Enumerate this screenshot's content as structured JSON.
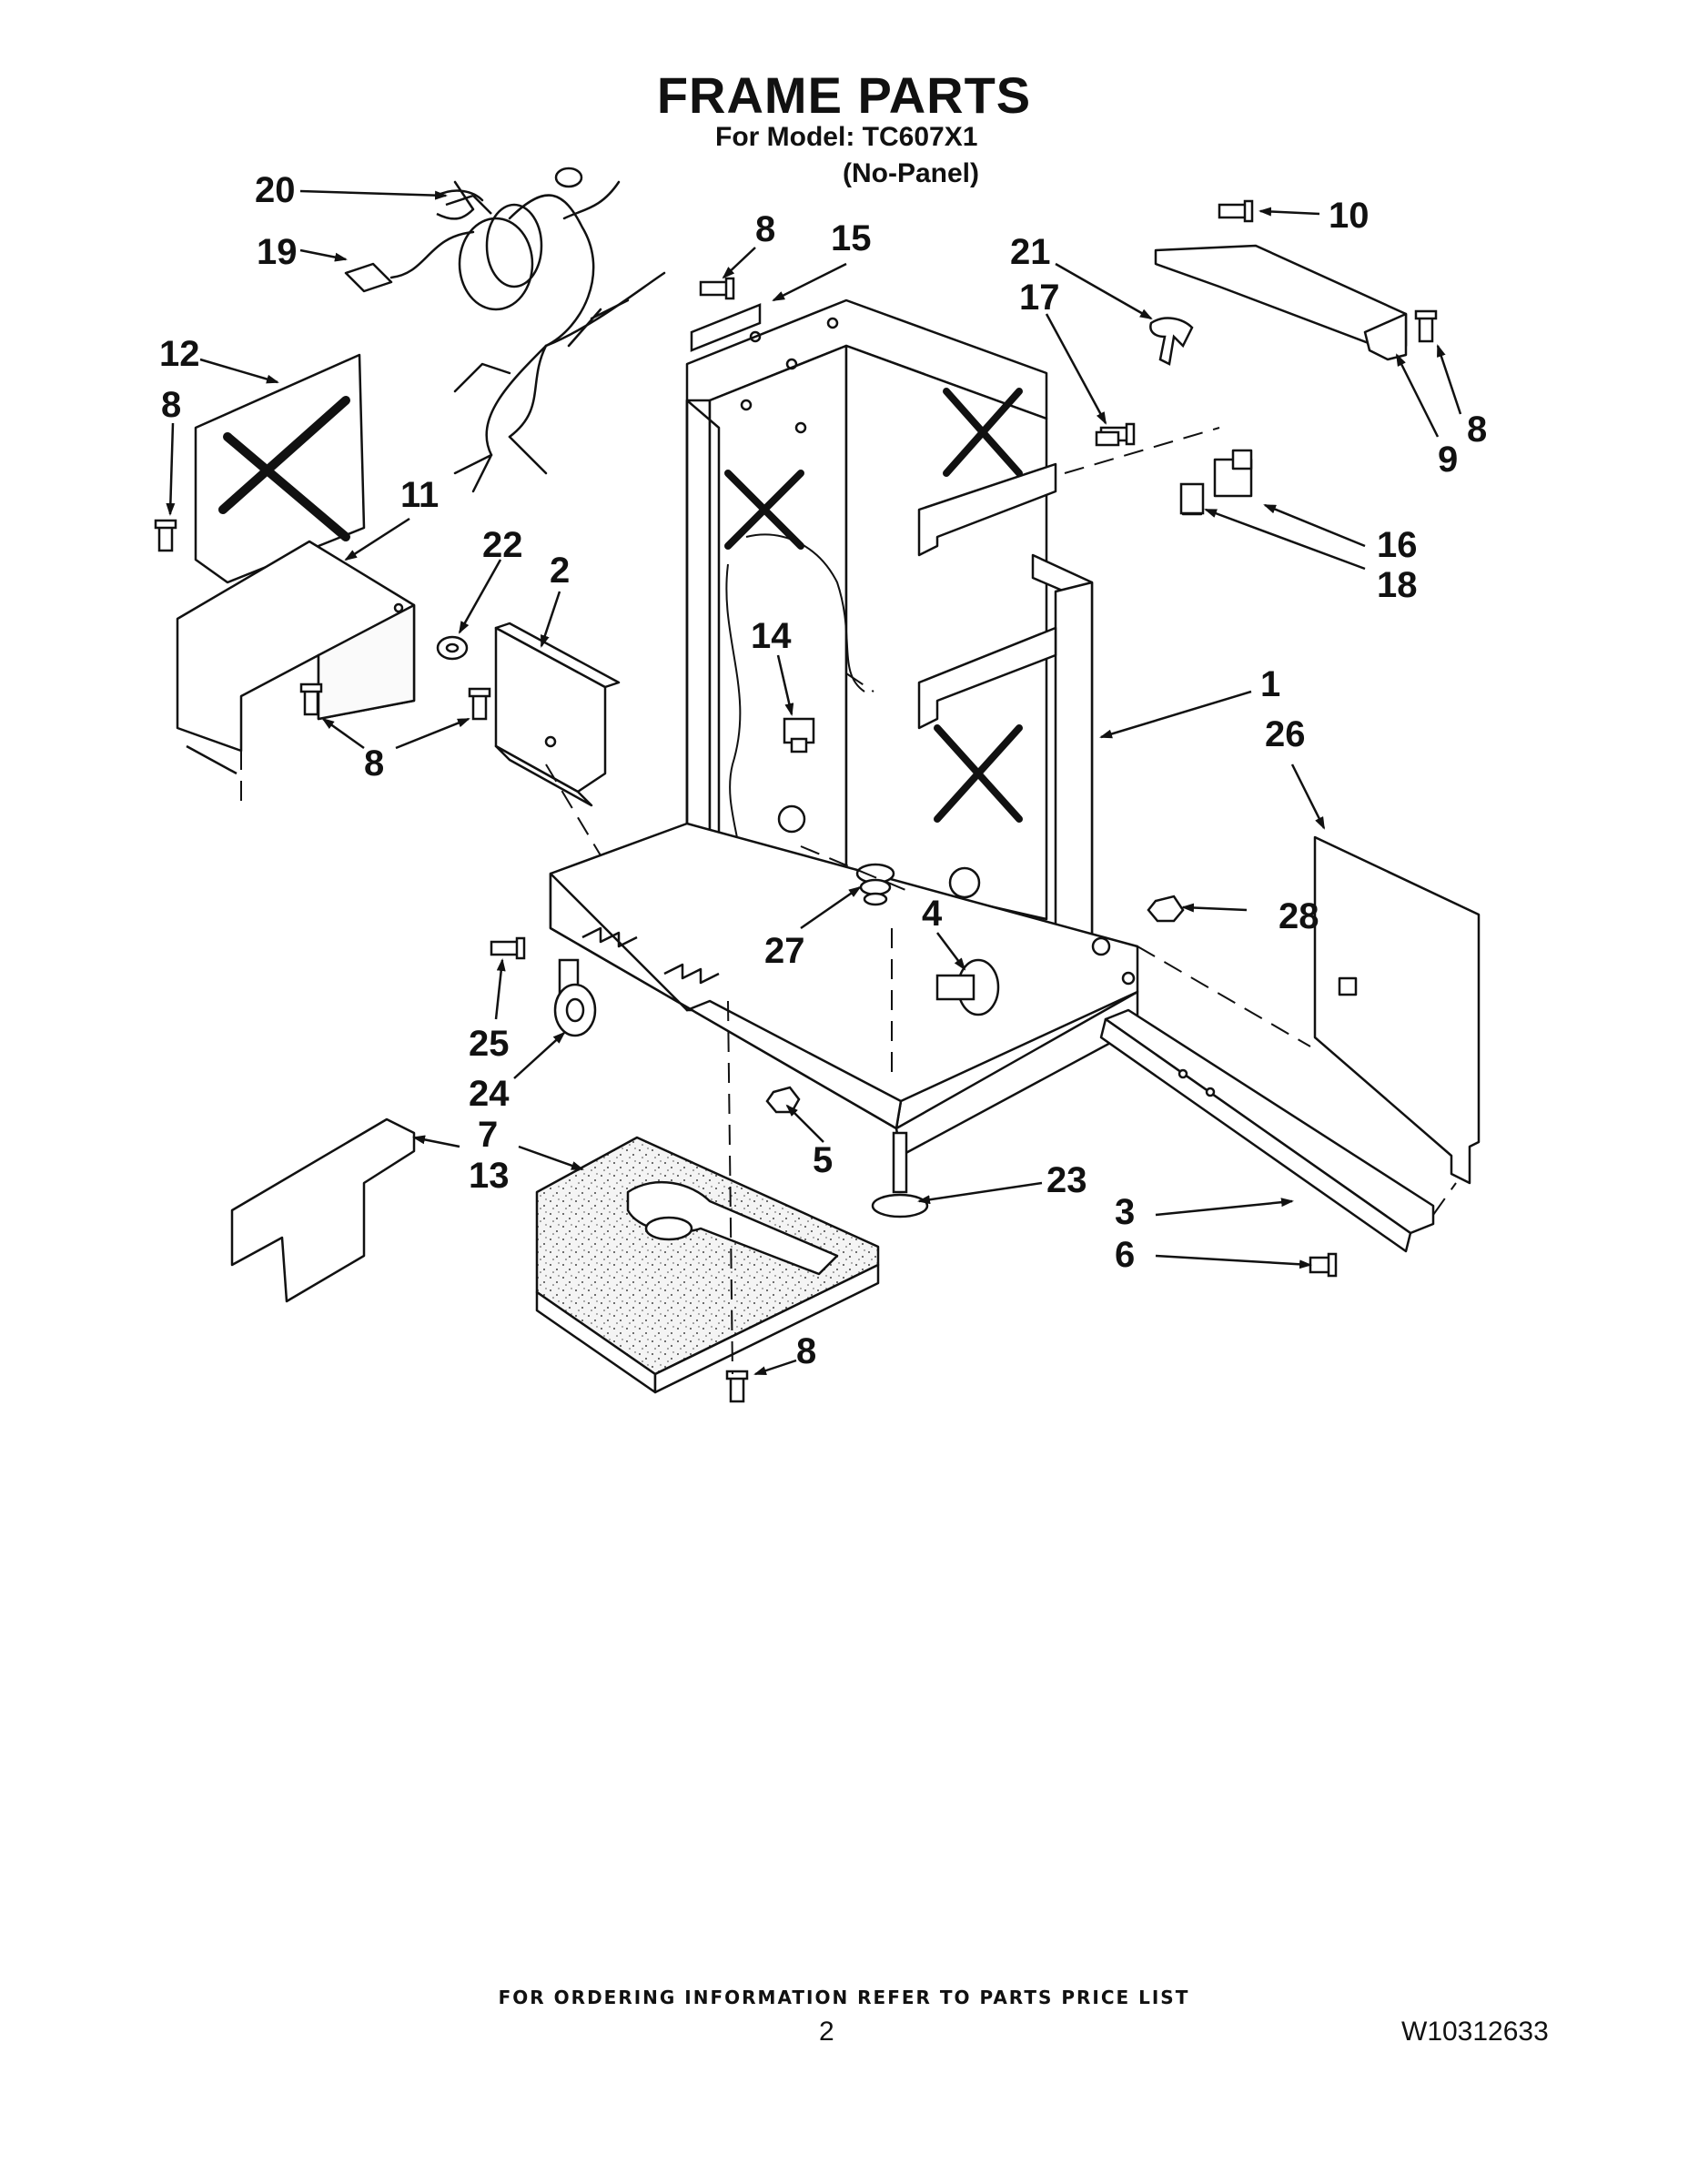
{
  "document": {
    "title": "FRAME PARTS",
    "model_line": "For Model: TC607X1",
    "variant_line": "(No-Panel)",
    "footer_note": "FOR ORDERING INFORMATION REFER TO PARTS PRICE LIST",
    "page_number": "2",
    "doc_number": "W10312633"
  },
  "callouts": [
    "1",
    "2",
    "3",
    "4",
    "5",
    "6",
    "7",
    "8",
    "9",
    "10",
    "11",
    "12",
    "13",
    "14",
    "15",
    "16",
    "17",
    "18",
    "19",
    "20",
    "21",
    "22",
    "23",
    "24",
    "25",
    "26",
    "27",
    "28"
  ]
}
